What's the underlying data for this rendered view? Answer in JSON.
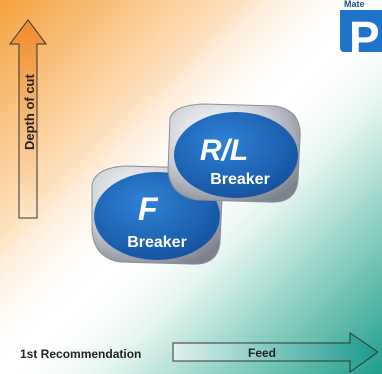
{
  "diagram": {
    "material_label": "Mate",
    "material_letter": "P",
    "y_axis_label": "Depth of cut",
    "x_axis_label": "Feed",
    "recommendation_label": "1st Recommendation",
    "breakers": [
      {
        "letter": "F",
        "word": "Breaker"
      },
      {
        "letter": "R/L",
        "word": "Breaker"
      }
    ]
  },
  "colors": {
    "background_orange": "#f5a13c",
    "background_teal": "#1e9e8a",
    "arrow_orange": "#f08b2a",
    "arrow_teal": "#1a9a8e",
    "breaker_blue": "#1a63b8",
    "badge_blue": "#1f73c8"
  }
}
